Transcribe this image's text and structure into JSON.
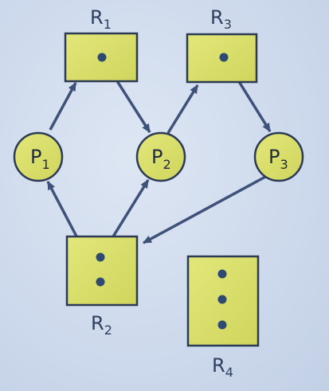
{
  "resources": [
    {
      "id": "R1",
      "letter": "R",
      "sub": "1"
    },
    {
      "id": "R3",
      "letter": "R",
      "sub": "3"
    },
    {
      "id": "R2",
      "letter": "R",
      "sub": "2"
    },
    {
      "id": "R4",
      "letter": "R",
      "sub": "4"
    }
  ],
  "processes": [
    {
      "id": "P1",
      "letter": "P",
      "sub": "1"
    },
    {
      "id": "P2",
      "letter": "P",
      "sub": "2"
    },
    {
      "id": "P3",
      "letter": "P",
      "sub": "3"
    }
  ],
  "edges": [
    {
      "from": "P1",
      "to": "R1",
      "kind": "request"
    },
    {
      "from": "R1",
      "to": "P2",
      "kind": "assignment"
    },
    {
      "from": "P2",
      "to": "R3",
      "kind": "request"
    },
    {
      "from": "R3",
      "to": "P3",
      "kind": "assignment"
    },
    {
      "from": "P3",
      "to": "R2",
      "kind": "request"
    },
    {
      "from": "R2",
      "to": "P1",
      "kind": "assignment"
    },
    {
      "from": "R2",
      "to": "P2",
      "kind": "assignment"
    }
  ],
  "colors": {
    "background": "#cdd9ec",
    "node_fill": "#d8e06a",
    "node_stroke": "#2c3a55",
    "arrow": "#3e5178",
    "dot": "#2f4a72",
    "text": "#2f3f5e"
  }
}
